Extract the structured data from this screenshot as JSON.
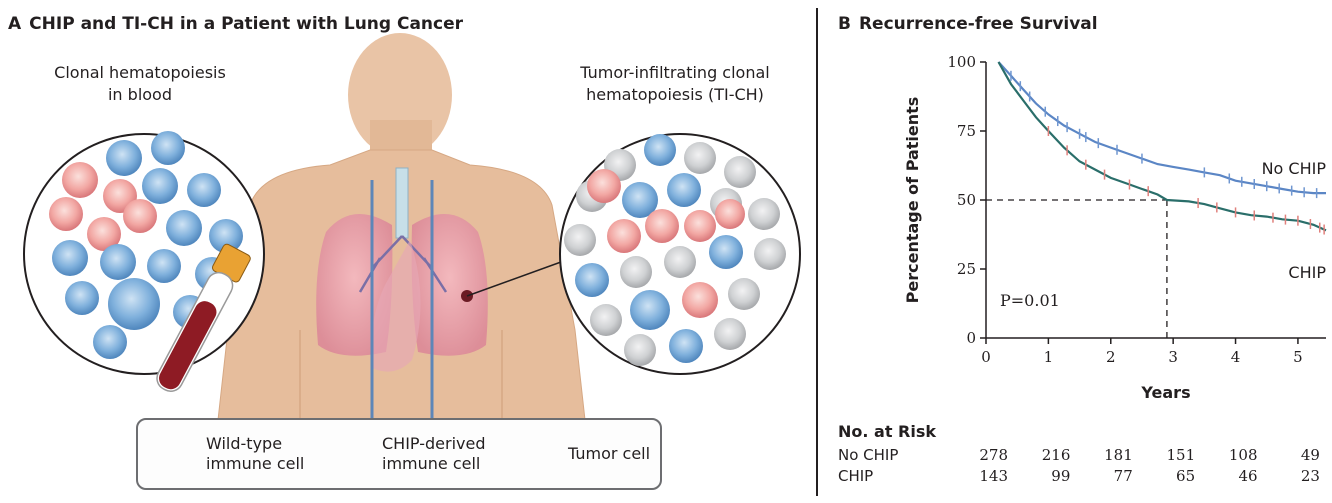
{
  "panel_a": {
    "letter": "A",
    "title": "CHIP and TI-CH in a Patient with Lung Cancer",
    "caption_left": [
      "Clonal hematopoiesis",
      "in blood"
    ],
    "caption_right": [
      "Tumor-infiltrating clonal",
      "hematopoiesis (TI-CH)"
    ],
    "legend": [
      {
        "lines": [
          "Wild-type",
          "immune cell"
        ],
        "icon": "blue-immune-cell-icon",
        "color": "#6a9fd0"
      },
      {
        "lines": [
          "CHIP-derived",
          "immune cell"
        ],
        "icon": "pink-immune-cell-icon",
        "color": "#ec8f8f"
      },
      {
        "lines": [
          "Tumor cell"
        ],
        "icon": "gray-tumor-cell-icon",
        "color": "#b5b7ba"
      }
    ]
  },
  "panel_b": {
    "letter": "B",
    "title": "Recurrence-free Survival",
    "risk_table": {
      "title": "No. at Risk",
      "rows": [
        {
          "label": "No CHIP",
          "values": [
            "278",
            "216",
            "181",
            "151",
            "108",
            "49"
          ]
        },
        {
          "label": "CHIP",
          "values": [
            "143",
            "99",
            "77",
            "65",
            "46",
            "23"
          ]
        }
      ]
    }
  },
  "chart_data": {
    "type": "line",
    "title": "Recurrence-free Survival",
    "xlabel": "Years",
    "ylabel": "Percentage of Patients",
    "xlim": [
      0,
      5.45
    ],
    "ylim": [
      0,
      100
    ],
    "xticks": [
      0,
      1,
      2,
      3,
      4,
      5
    ],
    "yticks": [
      0,
      25,
      50,
      75,
      100
    ],
    "annotation": "P=0.01",
    "reference_lines": {
      "y": 50,
      "x": 2.9
    },
    "series": [
      {
        "name": "No CHIP",
        "color": "#5b86c5",
        "x": [
          0.2,
          0.4,
          0.6,
          0.8,
          1.0,
          1.25,
          1.5,
          1.75,
          2.0,
          2.25,
          2.5,
          2.75,
          3.0,
          3.25,
          3.5,
          3.75,
          4.0,
          4.25,
          4.5,
          4.75,
          5.0,
          5.25,
          5.45
        ],
        "y": [
          100,
          95,
          90,
          85,
          81,
          77,
          74,
          71,
          69,
          67,
          65,
          63,
          62,
          61,
          60,
          59,
          57,
          56,
          55,
          54,
          53,
          52.5,
          52.5
        ],
        "censor_x": [
          0.4,
          0.55,
          0.7,
          0.95,
          1.15,
          1.3,
          1.5,
          1.6,
          1.8,
          2.1,
          2.5,
          3.5,
          3.9,
          4.1,
          4.3,
          4.5,
          4.7,
          4.9,
          5.1,
          5.3
        ]
      },
      {
        "name": "CHIP",
        "color": "#2a6e6a",
        "x": [
          0.2,
          0.4,
          0.6,
          0.8,
          1.0,
          1.25,
          1.5,
          1.75,
          2.0,
          2.25,
          2.5,
          2.75,
          2.9,
          3.25,
          3.5,
          3.75,
          4.0,
          4.25,
          4.5,
          4.75,
          5.0,
          5.25,
          5.45
        ],
        "y": [
          100,
          92,
          86,
          80,
          75,
          69,
          64,
          61,
          58,
          56,
          54,
          52,
          50,
          49.5,
          48.5,
          47,
          45.5,
          44.5,
          44,
          43,
          42.5,
          41,
          39
        ],
        "censor_x": [
          1.0,
          1.3,
          1.6,
          1.9,
          2.3,
          2.6,
          3.4,
          3.7,
          4.0,
          4.3,
          4.6,
          4.8,
          5.0,
          5.2,
          5.35,
          5.42
        ]
      }
    ]
  }
}
